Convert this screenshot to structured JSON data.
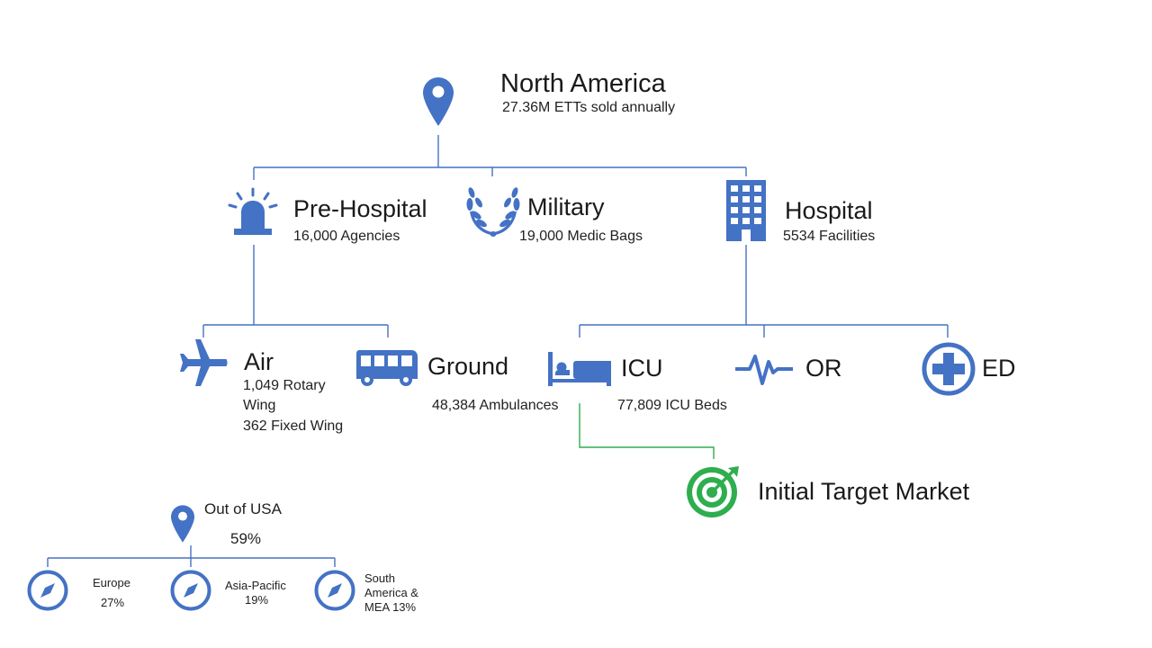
{
  "colors": {
    "blue": "#4472C4",
    "green": "#2EAE4E",
    "line": "#4472C4"
  },
  "root": {
    "title": "North America",
    "subtitle": "27.36M ETTs sold annually",
    "icon": "location-pin-icon"
  },
  "segments": {
    "pre_hospital": {
      "title": "Pre-Hospital",
      "subtitle": "16,000 Agencies",
      "icon": "siren-icon"
    },
    "military": {
      "title": "Military",
      "subtitle": "19,000 Medic Bags",
      "icon": "laurel-wreath-icon"
    },
    "hospital": {
      "title": "Hospital",
      "subtitle": "5534 Facilities",
      "icon": "building-icon"
    }
  },
  "pre_hospital_children": {
    "air": {
      "title": "Air",
      "line1": "1,049 Rotary",
      "line2": "Wing",
      "line3": "362 Fixed Wing",
      "icon": "airplane-icon"
    },
    "ground": {
      "title": "Ground",
      "subtitle": "48,384 Ambulances",
      "icon": "bus-icon"
    }
  },
  "hospital_children": {
    "icu": {
      "title": "ICU",
      "subtitle": "77,809 ICU Beds",
      "icon": "hospital-bed-icon"
    },
    "or": {
      "title": "OR",
      "icon": "heartbeat-icon"
    },
    "ed": {
      "title": "ED",
      "icon": "medical-cross-icon"
    }
  },
  "target": {
    "title": "Initial Target Market",
    "icon": "target-icon"
  },
  "out_of_usa": {
    "title": "Out of USA",
    "value": "59%",
    "icon": "location-pin-icon",
    "regions": [
      {
        "name": "Europe",
        "value": "27%",
        "icon": "compass-icon"
      },
      {
        "name": "Asia-Pacific",
        "value": "19%",
        "icon": "compass-icon"
      },
      {
        "name_line1": "South",
        "name_line2": "America &",
        "name_line3": "MEA 13%",
        "icon": "compass-icon"
      }
    ]
  }
}
